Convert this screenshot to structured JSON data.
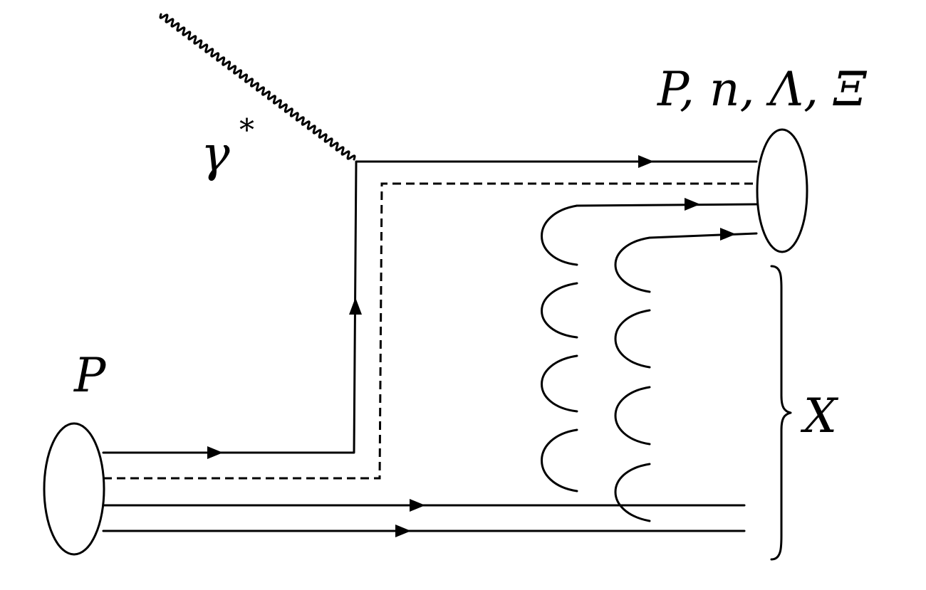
{
  "labels": {
    "incoming_proton": "P",
    "virtual_photon": "γ",
    "virtual_photon_superscript": "*",
    "outgoing_hadrons": "P, n, Λ, Ξ",
    "remnant": "X"
  }
}
